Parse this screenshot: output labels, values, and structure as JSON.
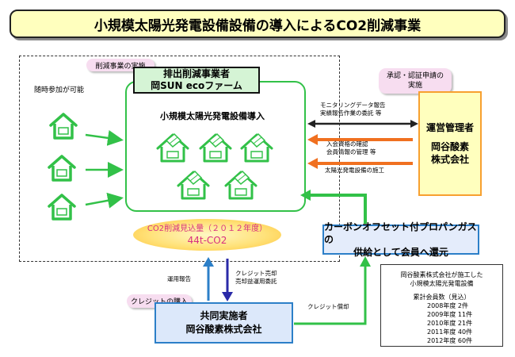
{
  "title": "小規模太陽光発電設備設備の導入によるCO2削減事業",
  "labels": {
    "reduction_project": "削減事業の実施",
    "join_anytime": "随時参加が可能",
    "approval_application": [
      "承認・認証申請の",
      "実施"
    ],
    "credit_purchase": "クレジットの購入"
  },
  "emitter": [
    "排出削減事業者",
    "岡SUN ecoファーム"
  ],
  "inner_title": "小規模太陽光発電設備導入",
  "manager": [
    "運営管理者",
    "岡谷酸素",
    "株式会社"
  ],
  "arrows": {
    "monitoring": [
      "モニタリングデータ報告",
      "実績報告作業の委託 等"
    ],
    "membership": [
      "入会資格の確認",
      "会員情報の管理 等"
    ],
    "construction": "太陽光発電設備の施工",
    "operation_report": "運用報告",
    "credit_sale": [
      "クレジット売却",
      "売却益運用委託"
    ],
    "credit_payment": "クレジット償却"
  },
  "co2_estimate": [
    "CO2削減見込量（２０１２年度）",
    "44t-CO2"
  ],
  "return_box": [
    "カーボンオフセット付プロパンガスの",
    "供給として会員へ還元"
  ],
  "co_implementer": [
    "共同実施者",
    "岡谷酸素株式会社"
  ],
  "info": {
    "heading": [
      "岡谷酸素株式会社が施工した",
      "小規模太陽光発電設備"
    ],
    "members_label": "累計会員数（見込）",
    "rows": [
      "2008年度 2件",
      "2009年度 11件",
      "2010年度 21件",
      "2011年度 40件",
      "2012年度 60件"
    ]
  },
  "colors": {
    "green": "#32c148",
    "orange": "#f07020",
    "blue": "#2c7fc8",
    "title_bg": "#ffffbe"
  }
}
